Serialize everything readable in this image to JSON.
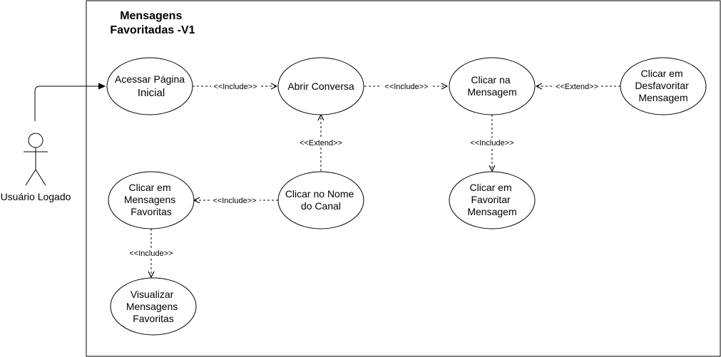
{
  "diagram": {
    "title_lines": [
      "Mensagens",
      "Favoritadas -V1"
    ],
    "actor": {
      "label": "Usuário Logado",
      "icon": "stick-figure-icon"
    },
    "use_cases": {
      "acessar": [
        "Acessar Página",
        "Inicial"
      ],
      "abrir": [
        "Abrir Conversa"
      ],
      "clicar_msg": [
        "Clicar na",
        "Mensagem"
      ],
      "desfavoritar": [
        "Clicar em",
        "Desfavoritar",
        "Mensagem"
      ],
      "clicar_favoritas": [
        "Clicar em",
        "Mensagens",
        "Favoritas"
      ],
      "clicar_canal": [
        "Clicar no Nome",
        "do Canal"
      ],
      "favoritar": [
        "Clicar em",
        "Favoritar",
        "Mensagem"
      ],
      "visualizar": [
        "Visualizar",
        "Mensagens",
        "Favoritas"
      ]
    },
    "relations": {
      "acessar_abrir": "<<Include>>",
      "abrir_clicar_msg": "<<Include>>",
      "desfavoritar_clicar_msg": "<<Extend>>",
      "canal_abrir": "<<Extend>>",
      "clicar_msg_favoritar": "<<Include>>",
      "canal_favoritas": "<<Include>>",
      "favoritas_visualizar": "<<Include>>"
    }
  }
}
